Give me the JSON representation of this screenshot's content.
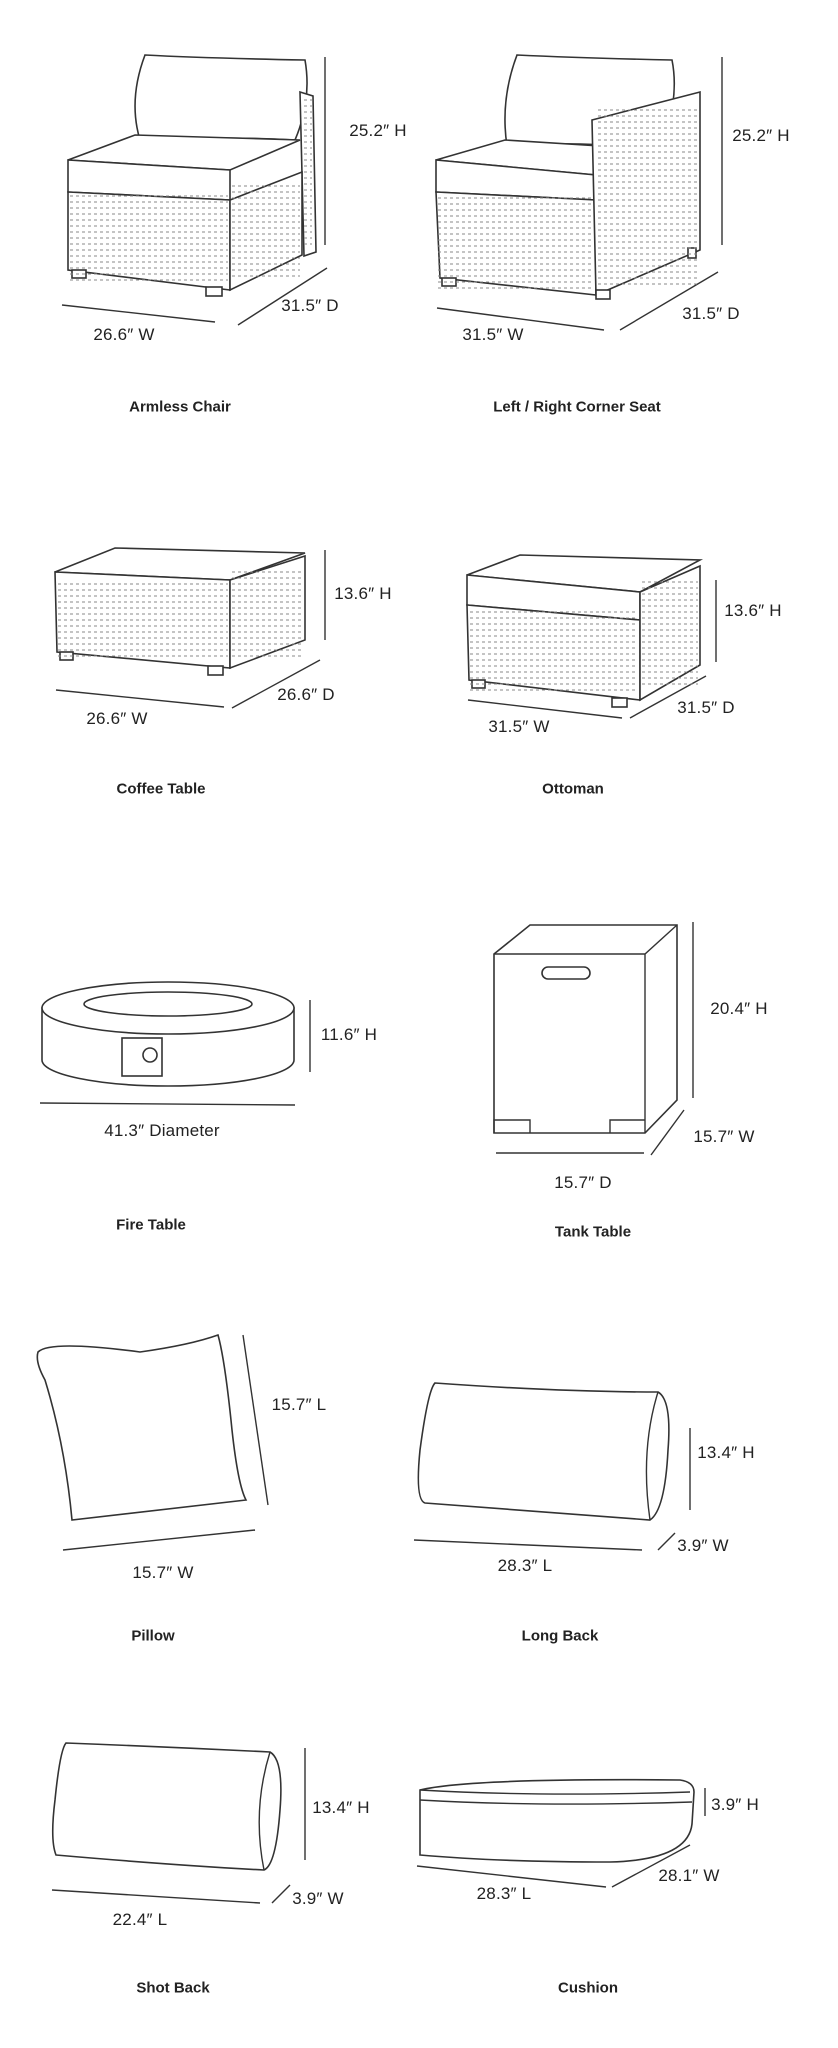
{
  "items": [
    {
      "title": "Armless Chair",
      "dims": [
        "25.2″ H",
        "31.5″ D",
        "26.6″ W"
      ]
    },
    {
      "title": "Left / Right Corner Seat",
      "dims": [
        "25.2″ H",
        "31.5″ D",
        "31.5″ W"
      ]
    },
    {
      "title": "Coffee Table",
      "dims": [
        "13.6″ H",
        "26.6″ D",
        "26.6″ W"
      ]
    },
    {
      "title": "Ottoman",
      "dims": [
        "13.6″ H",
        "31.5″ D",
        "31.5″ W"
      ]
    },
    {
      "title": "Fire Table",
      "dims": [
        "11.6″ H",
        "41.3″ Diameter"
      ]
    },
    {
      "title": "Tank Table",
      "dims": [
        "20.4″ H",
        "15.7″ W",
        "15.7″ D"
      ]
    },
    {
      "title": "Pillow",
      "dims": [
        "15.7″ L",
        "15.7″ W"
      ]
    },
    {
      "title": "Long Back",
      "dims": [
        "13.4″ H",
        "3.9″ W",
        "28.3″ L"
      ]
    },
    {
      "title": "Shot Back",
      "dims": [
        "13.4″ H",
        "3.9″ W",
        "22.4″ L"
      ]
    },
    {
      "title": "Cushion",
      "dims": [
        "3.9″ H",
        "28.1″ W",
        "28.3″ L"
      ]
    }
  ]
}
